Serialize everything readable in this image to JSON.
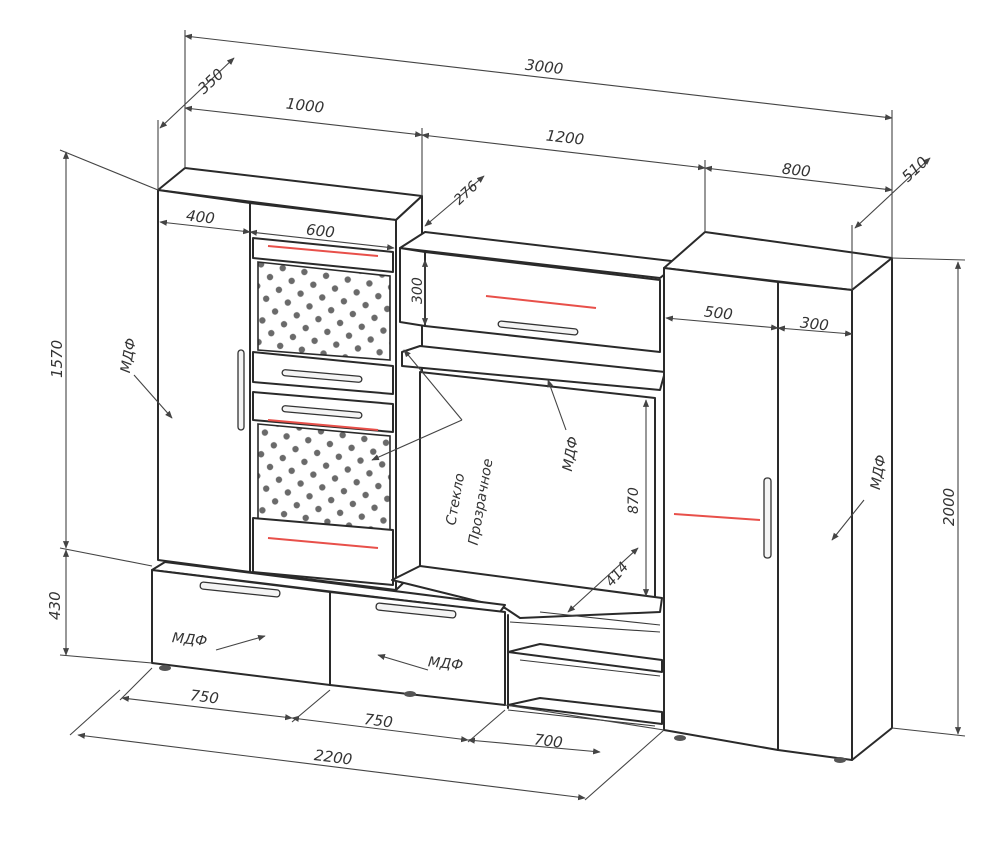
{
  "dimensions": {
    "total_width": "3000",
    "depth_left": "350",
    "left_cabinet_width": "1000",
    "middle_width": "1200",
    "right_cabinet_width": "800",
    "depth_right": "510",
    "left_door_width": "400",
    "glass_section_width": "600",
    "shelf_depth": "276",
    "top_module_height": "300",
    "right_door_left_width": "500",
    "right_door_right_width": "300",
    "upper_height": "1570",
    "lower_height": "430",
    "tall_height": "2000",
    "niche_height": "870",
    "niche_depth": "414",
    "drawer_1_width": "750",
    "drawer_2_width": "750",
    "open_shelf_width": "700",
    "base_total_width": "2200"
  },
  "materials": {
    "mdf_1": "МДФ",
    "mdf_2": "МДФ",
    "mdf_3": "МДФ",
    "mdf_4": "МДФ",
    "mdf_5": "МДФ",
    "glass_line1": "Стекло",
    "glass_line2": "Прозрачное"
  },
  "colors": {
    "line": "#2a2a2a",
    "accent": "#e8504a",
    "background": "#ffffff"
  }
}
